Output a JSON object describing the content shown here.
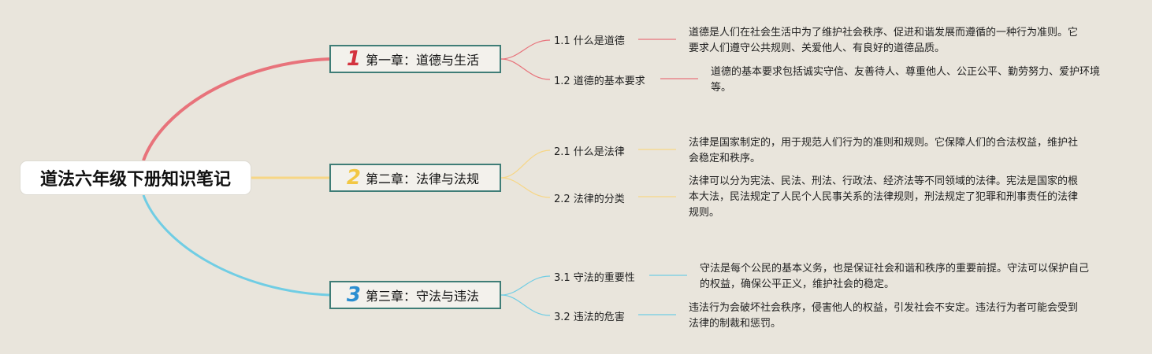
{
  "root": {
    "title": "道法六年级下册知识笔记"
  },
  "colors": {
    "chapter1": "#e8737b",
    "chapter2": "#f7d685",
    "chapter3": "#70cde4",
    "chapter1_num": "#d4323e",
    "chapter2_num": "#f2c744",
    "chapter3_num": "#2a8ed1"
  },
  "chapters": [
    {
      "num": "1",
      "title": "第一章：道德与生活",
      "subs": [
        {
          "label": "1.1 什么是道德",
          "desc": "道德是人们在社会生活中为了维护社会秩序、促进和谐发展而遵循的一种行为准则。它要求人们遵守公共规则、关爱他人、有良好的道德品质。"
        },
        {
          "label": "1.2 道德的基本要求",
          "desc": "道德的基本要求包括诚实守信、友善待人、尊重他人、公正公平、勤劳努力、爱护环境等。"
        }
      ]
    },
    {
      "num": "2",
      "title": "第二章：法律与法规",
      "subs": [
        {
          "label": "2.1 什么是法律",
          "desc": "法律是国家制定的，用于规范人们行为的准则和规则。它保障人们的合法权益，维护社会稳定和秩序。"
        },
        {
          "label": "2.2 法律的分类",
          "desc": "法律可以分为宪法、民法、刑法、行政法、经济法等不同领域的法律。宪法是国家的根本大法，民法规定了人民个人民事关系的法律规则，刑法规定了犯罪和刑事责任的法律规则。"
        }
      ]
    },
    {
      "num": "3",
      "title": "第三章：守法与违法",
      "subs": [
        {
          "label": "3.1 守法的重要性",
          "desc": "守法是每个公民的基本义务，也是保证社会和谐和秩序的重要前提。守法可以保护自己的权益，确保公平正义，维护社会的稳定。"
        },
        {
          "label": "3.2 违法的危害",
          "desc": "违法行为会破坏社会秩序，侵害他人的权益，引发社会不安定。违法行为者可能会受到法律的制裁和惩罚。"
        }
      ]
    }
  ]
}
